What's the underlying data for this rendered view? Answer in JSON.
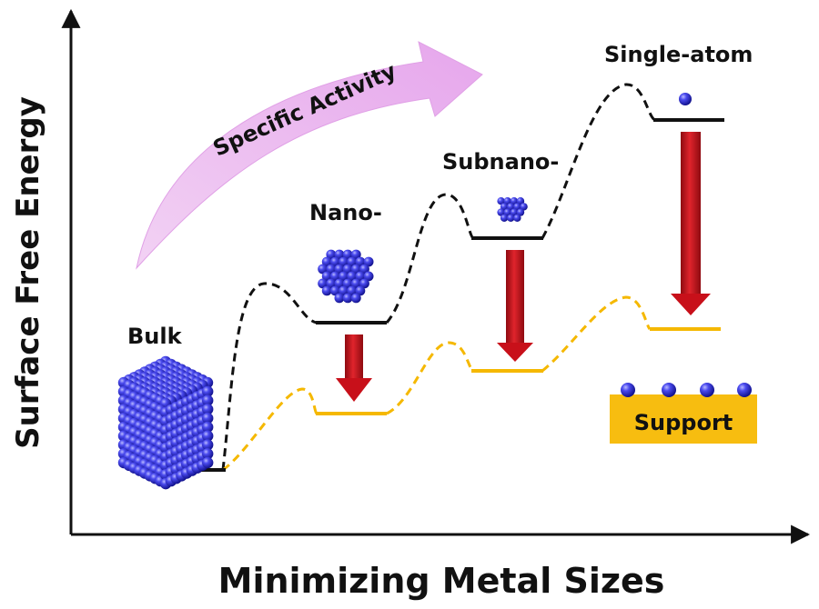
{
  "axes": {
    "x_label": "Minimizing Metal Sizes",
    "y_label": "Surface Free Energy"
  },
  "arrow_label": "Specific Activity",
  "levels": {
    "bulk": "Bulk",
    "nano": "Nano-",
    "subnano": "Subnano-",
    "single_atom": "Single-atom"
  },
  "support_label": "Support",
  "colors": {
    "upper_curve": "#111111",
    "lower_curve": "#f5b800",
    "drop_arrow": "#c8101a",
    "activity_arrow": "#eab8ee",
    "particle": "#2f2fd6",
    "support": "#f7bd10"
  }
}
